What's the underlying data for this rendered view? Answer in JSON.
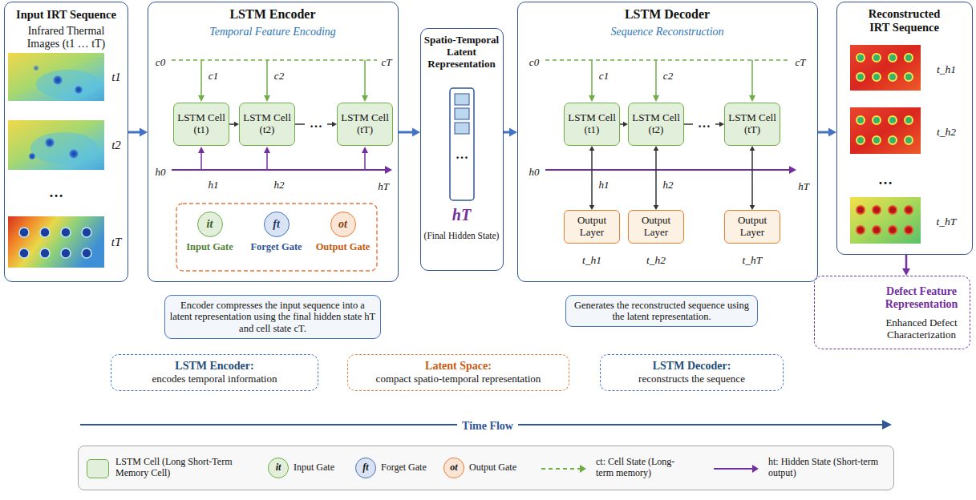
{
  "diagram": {
    "nodes": [
      {
        "text": [
          "Input IRT Sequence",
          "Infrared Thermal Images (t1 … tT)"
        ]
      },
      {
        "text": [
          "LSTM Encoder",
          "Temporal Feature Encoding"
        ]
      },
      {
        "text": [
          "LSTM Cell (t1)"
        ],
        "in": 1
      },
      {
        "text": [
          "LSTM Cell (t2)"
        ],
        "in": 1
      },
      {
        "text": [
          "LSTM Cell (tT)"
        ],
        "in": 1
      },
      {
        "text": [
          "it",
          "Input Gate"
        ],
        "in": 1
      },
      {
        "text": [
          "ft",
          "Forget Gate"
        ],
        "in": 1
      },
      {
        "text": [
          "ot",
          "Output Gate"
        ],
        "in": 1
      },
      {
        "text": [
          "Spatio-Temporal Latent Representation",
          "hT",
          "(Final Hidden State)"
        ]
      },
      {
        "text": [
          "LSTM Decoder",
          "Sequence Reconstruction"
        ]
      },
      {
        "text": [
          "LSTM Cell (t1)"
        ],
        "in": 9
      },
      {
        "text": [
          "LSTM Cell (t2)"
        ],
        "in": 9
      },
      {
        "text": [
          "LSTM Cell (tT)"
        ],
        "in": 9
      },
      {
        "text": [
          "Output Layer"
        ],
        "in": 9
      },
      {
        "text": [
          "Output Layer"
        ],
        "in": 9
      },
      {
        "text": [
          "Output Layer"
        ],
        "in": 9
      },
      {
        "text": [
          "Reconstructed IRT Sequence"
        ]
      },
      {
        "text": [
          "Encoder compresses the input sequence into a latent representation using the final hidden state hT and cell state cT."
        ]
      },
      {
        "text": [
          "Generates the reconstructed sequence using the latent representation."
        ]
      },
      {
        "text": [
          "Defect Feature Representation",
          "Enhanced Defect Characterization"
        ]
      },
      {
        "text": [
          "LSTM Encoder:",
          "encodes temporal information"
        ]
      },
      {
        "text": [
          "Latent Space:",
          "compact spatio-temporal representation"
        ]
      },
      {
        "text": [
          "LSTM Decoder:",
          "reconstructs the sequence"
        ]
      }
    ],
    "edges": [
      {
        "from": 0,
        "to": 1,
        "arrow": "to"
      },
      {
        "from": 1,
        "to": 8,
        "arrow": "to"
      },
      {
        "from": 8,
        "to": 9,
        "arrow": "to"
      },
      {
        "from": 9,
        "to": 16,
        "arrow": "to"
      },
      {
        "from": 16,
        "to": 19,
        "arrow": "to"
      },
      {
        "from": 2,
        "to": 3,
        "arrow": "to"
      },
      {
        "from": 3,
        "to": 4,
        "arrow": "to",
        "label": "…"
      },
      {
        "from": 10,
        "to": 11,
        "arrow": "to"
      },
      {
        "from": 11,
        "to": 12,
        "arrow": "to",
        "label": "…"
      },
      {
        "from": 10,
        "to": 13,
        "arrow": "both"
      },
      {
        "from": 11,
        "to": 14,
        "arrow": "both"
      },
      {
        "from": 12,
        "to": 15,
        "arrow": "both"
      }
    ],
    "labels": [
      "t1",
      "t2",
      "…",
      "tT",
      "c0",
      "c1",
      "c2",
      "cT",
      "h0",
      "h1",
      "h2",
      "hT",
      "…",
      "c0",
      "c1",
      "c2",
      "cT",
      "h0",
      "h1",
      "h2",
      "hT",
      "t_h1",
      "t_h2",
      "t_hT",
      "t_h1",
      "t_h2",
      "…",
      "t_hT",
      "Time Flow",
      "it",
      "ft",
      "ot"
    ],
    "legend": [
      {
        "text": "LSTM Cell (Long Short-Term Memory Cell)",
        "color": "#e2efda"
      },
      {
        "text": "Input Gate"
      },
      {
        "text": "Forget Gate"
      },
      {
        "text": "Output Gate"
      },
      {
        "text": "ct: Cell State (Long-term memory)"
      },
      {
        "text": "ht: Hidden State (Short-term output)"
      }
    ]
  }
}
